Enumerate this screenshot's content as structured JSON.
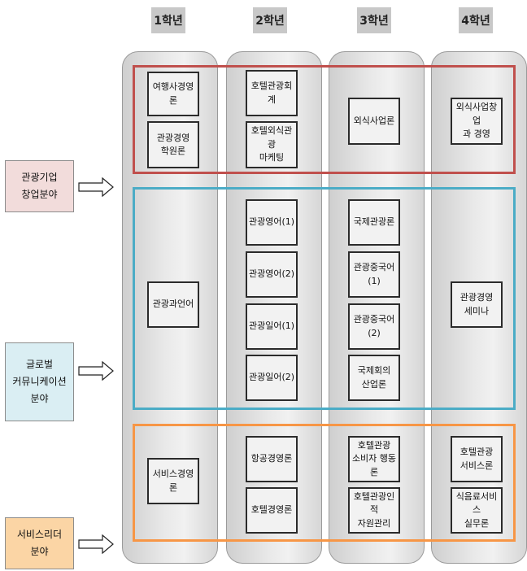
{
  "years": [
    "1학년",
    "2학년",
    "3학년",
    "4학년"
  ],
  "fields": {
    "startup": "관광기업\n창업분야",
    "global": "글로벌\n커뮤니케이션\n분야",
    "service": "서비스리더\n분야"
  },
  "courses": {
    "y1": {
      "travel_mgmt": "여행사경영론",
      "tourism_mgmt_theory": "관광경영\n학원론",
      "tourism_lang": "관광과언어",
      "service_mgmt": "서비스경영론"
    },
    "y2": {
      "hotel_accounting": "호텔관광회계",
      "hotel_marketing": "호텔외식관광\n마케팅",
      "english1": "관광영어(1)",
      "english2": "관광영어(2)",
      "japanese1": "관광일어(1)",
      "japanese2": "관광일어(2)",
      "airline_mgmt": "항공경영론",
      "hotel_mgmt": "호텔경영론"
    },
    "y3": {
      "food_business": "외식사업론",
      "intl_tourism": "국제관광론",
      "chinese1": "관광중국어(1)",
      "chinese2": "관광중국어(2)",
      "intl_conference": "국제회의\n산업론",
      "consumer_behavior": "호텔관광\n소비자 행동론",
      "hr_mgmt": "호텔관광인적\n자원관리"
    },
    "y4": {
      "food_startup": "외식사업창업\n과 경영",
      "seminar": "관광경영\n세미나",
      "hotel_service": "호텔관광\n서비스론",
      "fnb_service": "식음료서비스\n실무론"
    }
  },
  "colors": {
    "startup_band": "#c0504d",
    "global_band": "#4bacc6",
    "service_band": "#f79646",
    "startup_field_bg": "#f2dcdb",
    "global_field_bg": "#daeef3",
    "service_field_bg": "#fbd5a5"
  }
}
